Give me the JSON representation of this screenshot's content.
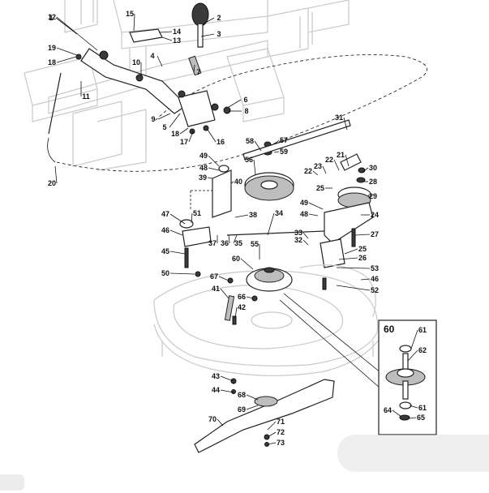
{
  "diagram": {
    "callouts": [
      "1",
      "2",
      "3",
      "4",
      "5",
      "6",
      "7",
      "8",
      "9",
      "10",
      "11",
      "12",
      "13",
      "14",
      "15",
      "16",
      "17",
      "18",
      "18",
      "19",
      "20",
      "21",
      "22",
      "22",
      "23",
      "24",
      "25",
      "25",
      "26",
      "27",
      "28",
      "29",
      "30",
      "31",
      "32",
      "33",
      "34",
      "35",
      "36",
      "37",
      "38",
      "39",
      "40",
      "41",
      "42",
      "43",
      "44",
      "45",
      "46",
      "46",
      "47",
      "48",
      "48",
      "49",
      "49",
      "50",
      "51",
      "52",
      "53",
      "55",
      "56",
      "57",
      "58",
      "59",
      "60",
      "61",
      "61",
      "62",
      "64",
      "65",
      "66",
      "67",
      "68",
      "69",
      "70",
      "71",
      "72",
      "73"
    ],
    "inset": {
      "label": "60",
      "callouts": [
        "61",
        "62",
        "61",
        "64",
        "65"
      ]
    }
  }
}
